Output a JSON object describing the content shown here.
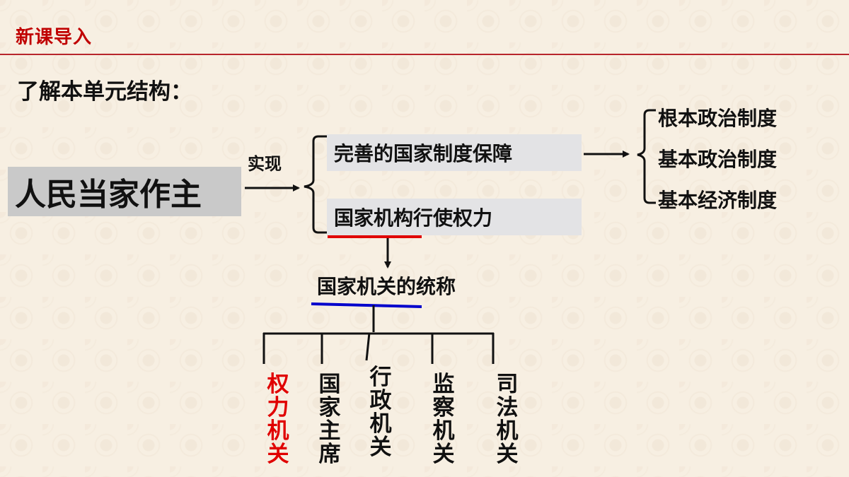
{
  "header": {
    "title": "新课导入",
    "accent_color": "#c00000"
  },
  "subtitle": "了解本单元结构：",
  "diagram": {
    "root": "人民当家作主",
    "root_edge_label": "实现",
    "branches": [
      {
        "label": "完善的国家制度保障"
      },
      {
        "label": "国家机构行使权力"
      }
    ],
    "systems": [
      "根本政治制度",
      "基本政治制度",
      "基本经济制度"
    ],
    "collective_term": "国家机关的统称",
    "organs": [
      {
        "label": "权力机关",
        "highlight": true,
        "color": "#e00000"
      },
      {
        "label": "国家主席",
        "highlight": false
      },
      {
        "label": "行政机关",
        "highlight": false
      },
      {
        "label": "监察机关",
        "highlight": false
      },
      {
        "label": "司法机关",
        "highlight": false
      }
    ],
    "underline_colors": {
      "red": "#e00000",
      "blue": "#0000cc"
    }
  }
}
